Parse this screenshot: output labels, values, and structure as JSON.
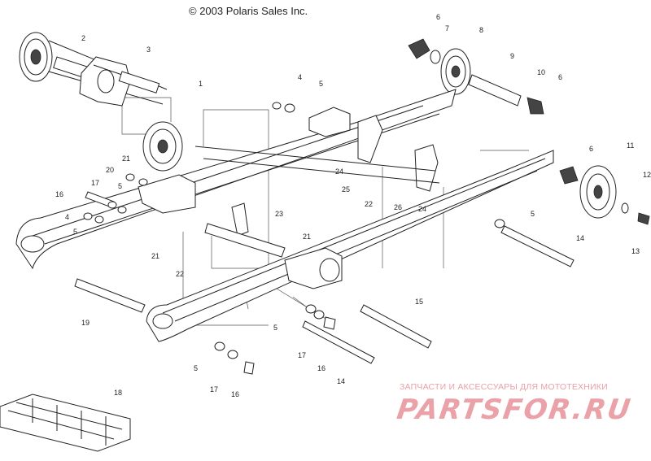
{
  "header": {
    "copyright": "© 2003 Polaris Sales Inc."
  },
  "watermark": {
    "tagline": "ЗАПЧАСТИ И АКСЕССУАРЫ ДЛЯ МОТОТЕХНИКИ",
    "logo": "PARTSFOR.RU",
    "color": "#e9a0a6"
  },
  "callouts": [
    "2",
    "3",
    "1",
    "4",
    "5",
    "6",
    "7",
    "8",
    "9",
    "10",
    "6",
    "21",
    "20",
    "17",
    "16",
    "5",
    "4",
    "5",
    "24",
    "25",
    "22",
    "26",
    "24",
    "6",
    "11",
    "12",
    "13",
    "5",
    "14",
    "23",
    "21",
    "21",
    "22",
    "19",
    "15",
    "5",
    "17",
    "16",
    "5",
    "17",
    "16",
    "14",
    "18"
  ]
}
